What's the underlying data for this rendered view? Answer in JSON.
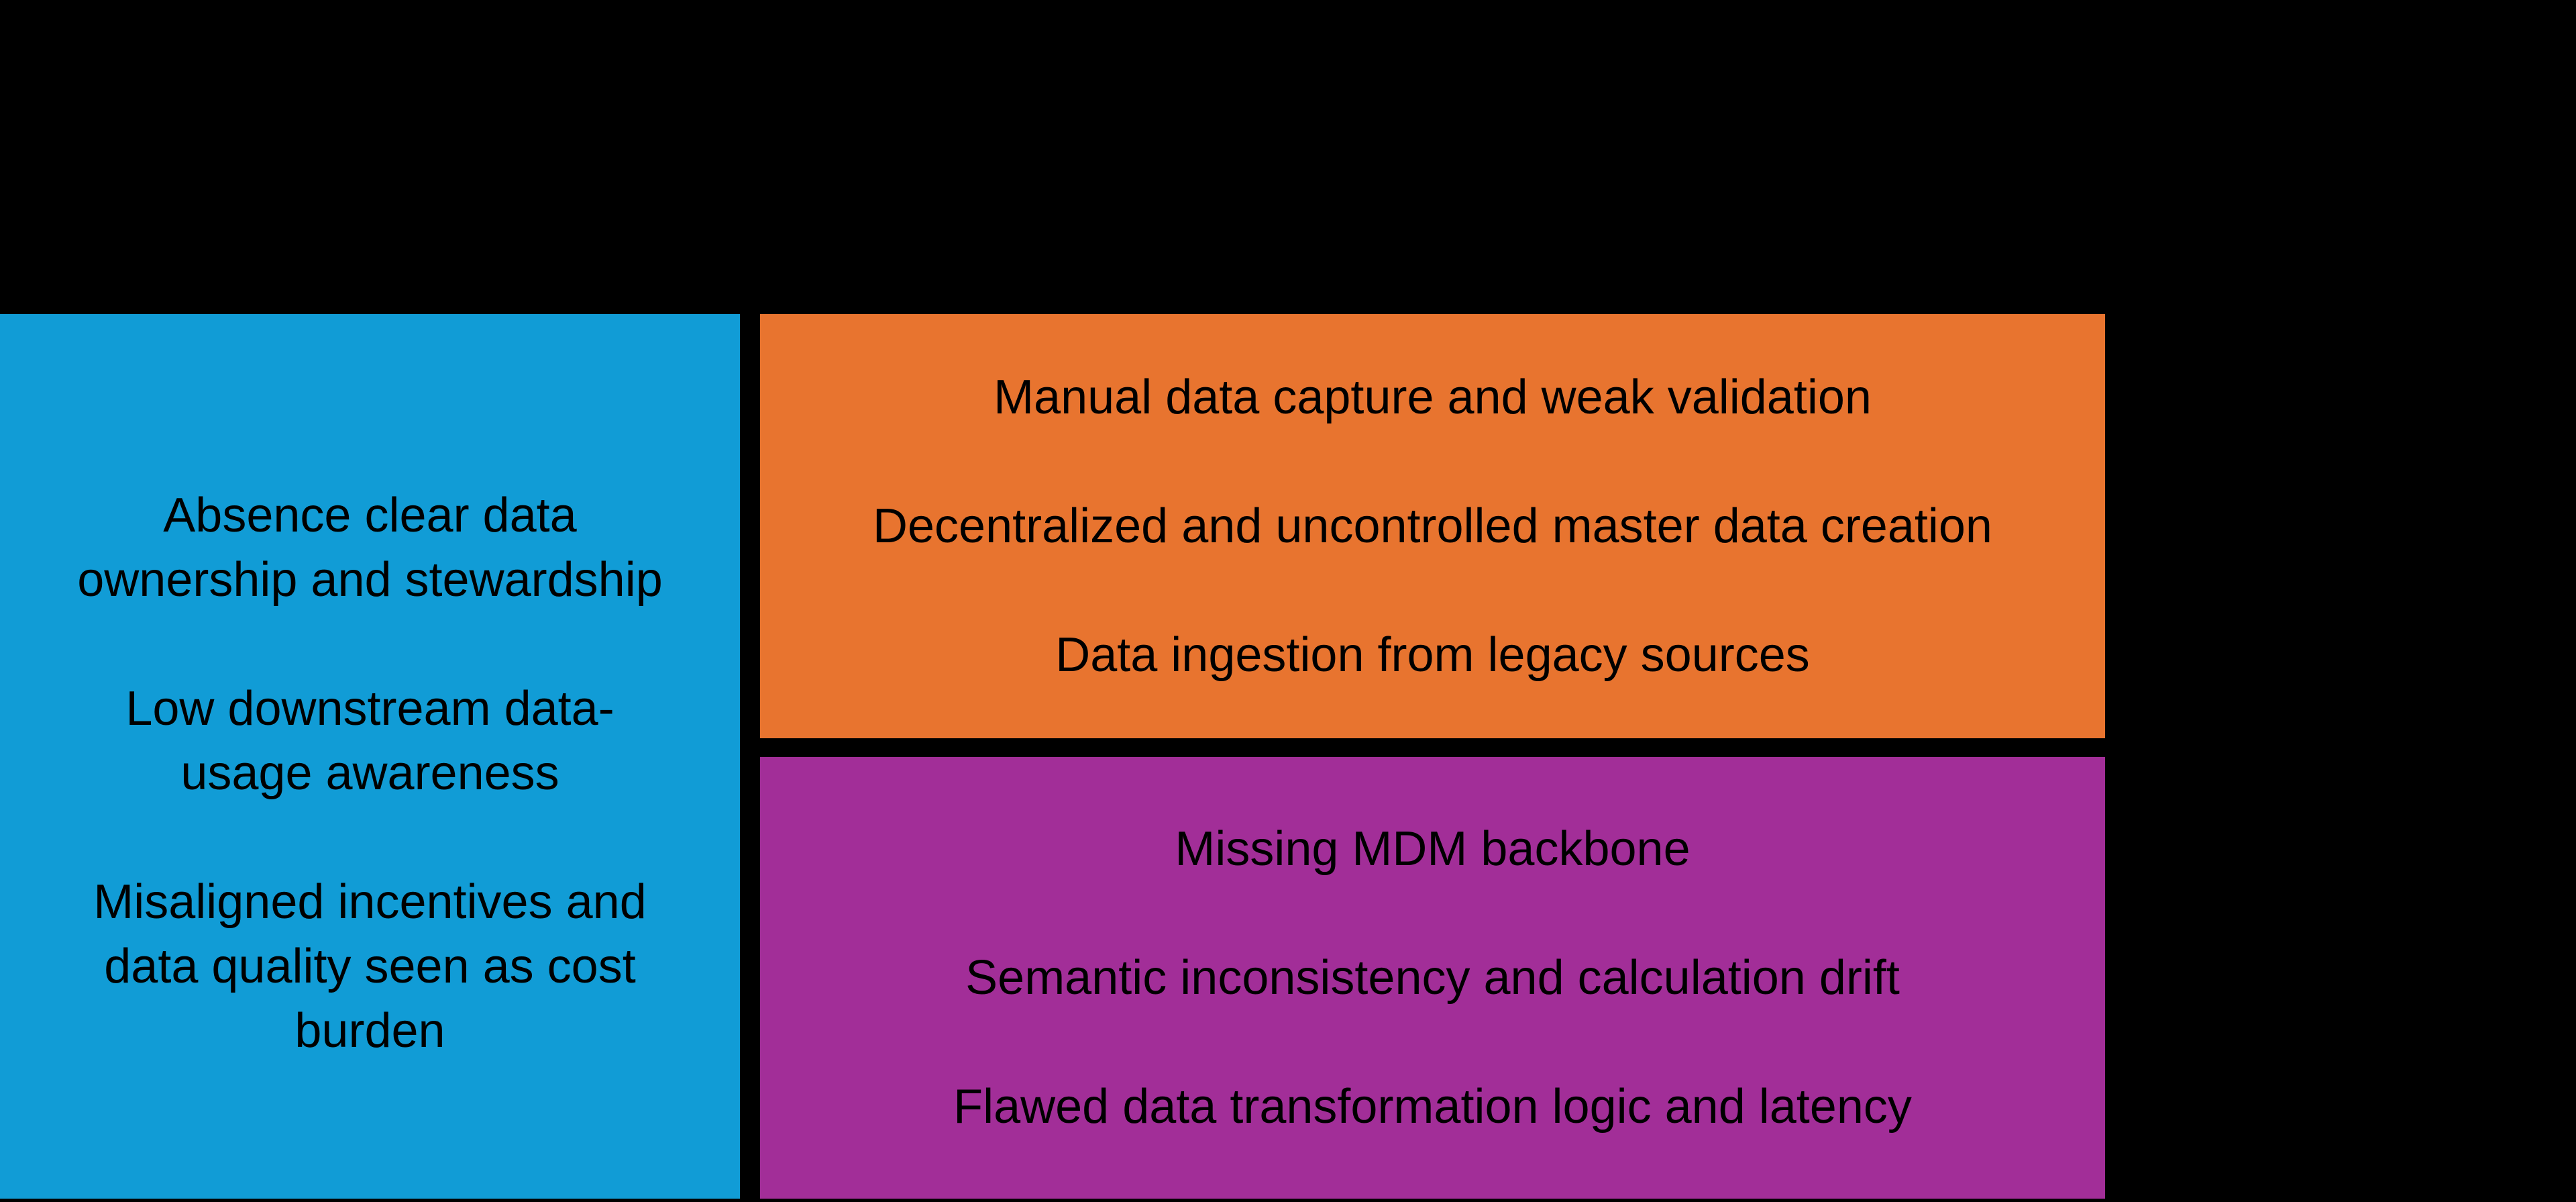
{
  "slide": {
    "background_color": "#000000",
    "text_color": "#000000"
  },
  "panels": {
    "blue": {
      "color": "#119CD6",
      "items": [
        "Absence clear data\nownership and stewardship",
        "Low downstream data-\nusage awareness",
        "Misaligned incentives and\ndata quality seen as cost\nburden"
      ]
    },
    "orange": {
      "color": "#E8742F",
      "items": [
        "Manual data capture and weak validation",
        "Decentralized and uncontrolled master data creation",
        "Data ingestion from legacy sources"
      ]
    },
    "purple": {
      "color": "#A22E98",
      "items": [
        "Missing MDM backbone",
        "Semantic inconsistency and calculation drift",
        "Flawed data transformation logic and latency"
      ]
    }
  }
}
